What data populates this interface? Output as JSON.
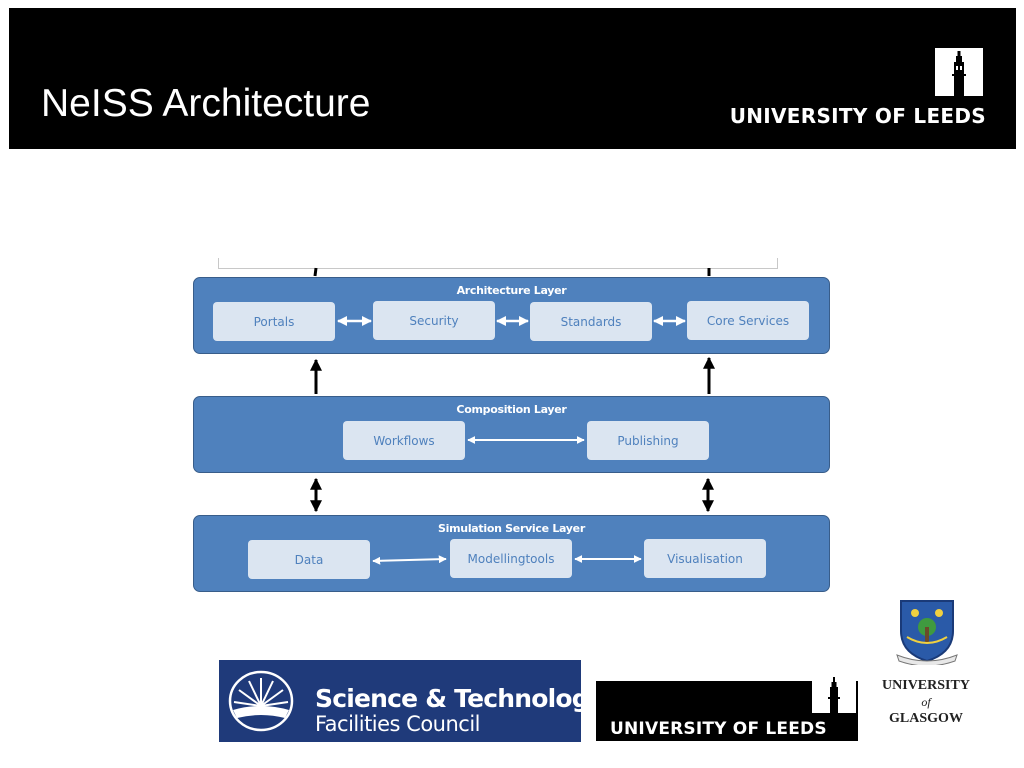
{
  "header": {
    "title": "NeISS Architecture",
    "institution": "UNIVERSITY OF LEEDS"
  },
  "diagram": {
    "layers": [
      {
        "title": "Architecture Layer",
        "boxes": [
          "Portals",
          "Security",
          "Standards",
          "Core Services"
        ]
      },
      {
        "title": "Composition Layer",
        "boxes": [
          "Workflows",
          "Publishing"
        ]
      },
      {
        "title": "Simulation Service Layer",
        "boxes": [
          "Data",
          "Modellingtools",
          "Visualisation"
        ]
      }
    ]
  },
  "logos": {
    "stfc_line1": "Science & Technology",
    "stfc_line2": "Facilities Council",
    "leeds": "UNIVERSITY OF LEEDS",
    "glasgow_line1": "UNIVERSITY",
    "glasgow_line2": "of",
    "glasgow_line3": "GLASGOW"
  },
  "colors": {
    "header_bg": "#000000",
    "layer_fill": "#4f81bd",
    "box_fill": "#dbe5f1",
    "box_text": "#4f81bd",
    "stfc_blue": "#1f3a7a"
  }
}
